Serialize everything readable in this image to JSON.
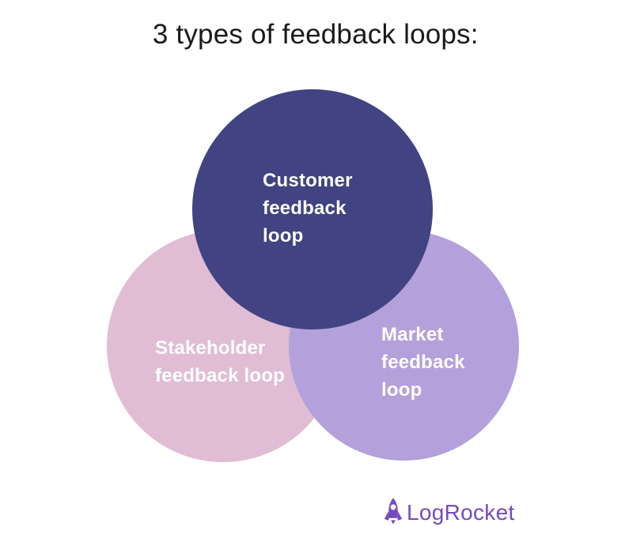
{
  "title": "3 types of feedback loops:",
  "diagram": {
    "type": "venn-circles",
    "circles": {
      "customer": {
        "label": "Customer\nfeedback\nloop",
        "color": "#424382",
        "z_order": "top"
      },
      "stakeholder": {
        "label": "Stakeholder\nfeedback loop",
        "color": "#e0bdd5",
        "z_order": "bottom"
      },
      "market": {
        "label": "Market\nfeedback\nloop",
        "color": "#b4a1db",
        "z_order": "middle"
      }
    },
    "label_text_color": "#ffffff"
  },
  "logo": {
    "text": "LogRocket",
    "icon": "rocket-icon",
    "color": "#764abc"
  },
  "colors": {
    "background": "#ffffff",
    "title_text": "#1a1a1a"
  }
}
